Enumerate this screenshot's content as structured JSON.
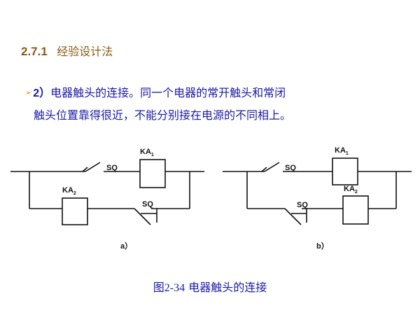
{
  "heading": {
    "number": "2.7.1",
    "title": "经验设计法"
  },
  "content": {
    "bullet_icon": "arrow-bullet",
    "item_number": "2）",
    "line1": "电器触头的连接。同一个电器的常开触头和常闭",
    "line2": "触头位置靠得很近，不能分别接在电源的不同相上。"
  },
  "diagram": {
    "a": {
      "label": "a）",
      "relay1": "KA",
      "relay1_sub": "1",
      "relay2": "KA",
      "relay2_sub": "2",
      "switch_top": "SQ",
      "switch_bottom": "SQ"
    },
    "b": {
      "label": "b）",
      "relay1": "KA",
      "relay1_sub": "1",
      "relay2": "KA",
      "relay2_sub": "2",
      "switch_top": "SQ",
      "switch_bottom": "SQ"
    }
  },
  "caption": {
    "prefix": "图2-34",
    "text": "电器触头的连接"
  },
  "colors": {
    "heading": "#8a5a14",
    "body_text": "#1a1aa8",
    "bullet": "#c89a1c"
  }
}
